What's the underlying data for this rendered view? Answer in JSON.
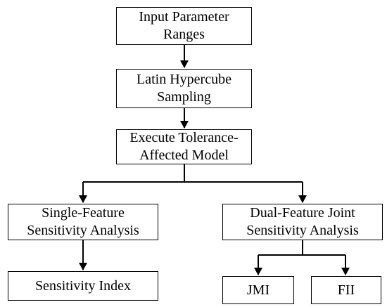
{
  "colors": {
    "stroke": "#000000",
    "background": "#ffffff"
  },
  "nodes": {
    "input_parameter_ranges": "Input Parameter\nRanges",
    "latin_hypercube_sampling": "Latin Hypercube\nSampling",
    "execute_model": "Execute Tolerance-\nAffected Model",
    "single_feature": "Single-Feature\nSensitivity Analysis",
    "dual_feature": "Dual-Feature Joint\nSensitivity Analysis",
    "sensitivity_index": "Sensitivity Index",
    "jmi": "JMI",
    "fii": "FII"
  },
  "edges": [
    {
      "from": "input_parameter_ranges",
      "to": "latin_hypercube_sampling"
    },
    {
      "from": "latin_hypercube_sampling",
      "to": "execute_model"
    },
    {
      "from": "execute_model",
      "to": "single_feature"
    },
    {
      "from": "execute_model",
      "to": "dual_feature"
    },
    {
      "from": "single_feature",
      "to": "sensitivity_index"
    },
    {
      "from": "dual_feature",
      "to": "jmi"
    },
    {
      "from": "dual_feature",
      "to": "fii"
    }
  ]
}
